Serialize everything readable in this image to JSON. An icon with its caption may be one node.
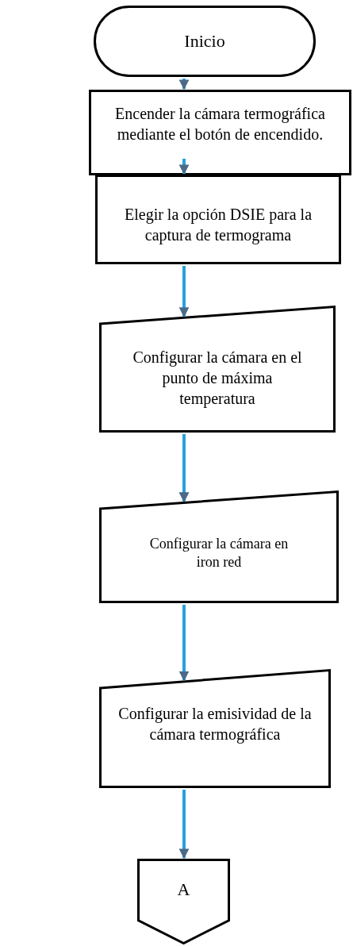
{
  "diagram": {
    "nodes": [
      {
        "text": [
          "Inicio"
        ]
      },
      {
        "text": [
          "Encender la cámara termográfica mediante el botón de encendido."
        ]
      },
      {
        "text": [
          "Elegir la opción DSIE para la captura de termograma"
        ]
      },
      {
        "text": [
          "Configurar la cámara en el punto de máxima temperatura"
        ]
      },
      {
        "text": [
          "Configurar la cámara en iron red"
        ]
      },
      {
        "text": [
          "Configurar la emisividad de la cámara termográfica"
        ]
      },
      {
        "text": [
          "A"
        ]
      }
    ],
    "edges": [
      {
        "from": 0,
        "to": 1,
        "arrow": "to"
      },
      {
        "from": 1,
        "to": 2,
        "arrow": "to"
      },
      {
        "from": 2,
        "to": 3,
        "arrow": "to"
      },
      {
        "from": 3,
        "to": 4,
        "arrow": "to"
      },
      {
        "from": 4,
        "to": 5,
        "arrow": "to"
      },
      {
        "from": 5,
        "to": 6,
        "arrow": "to"
      }
    ]
  }
}
